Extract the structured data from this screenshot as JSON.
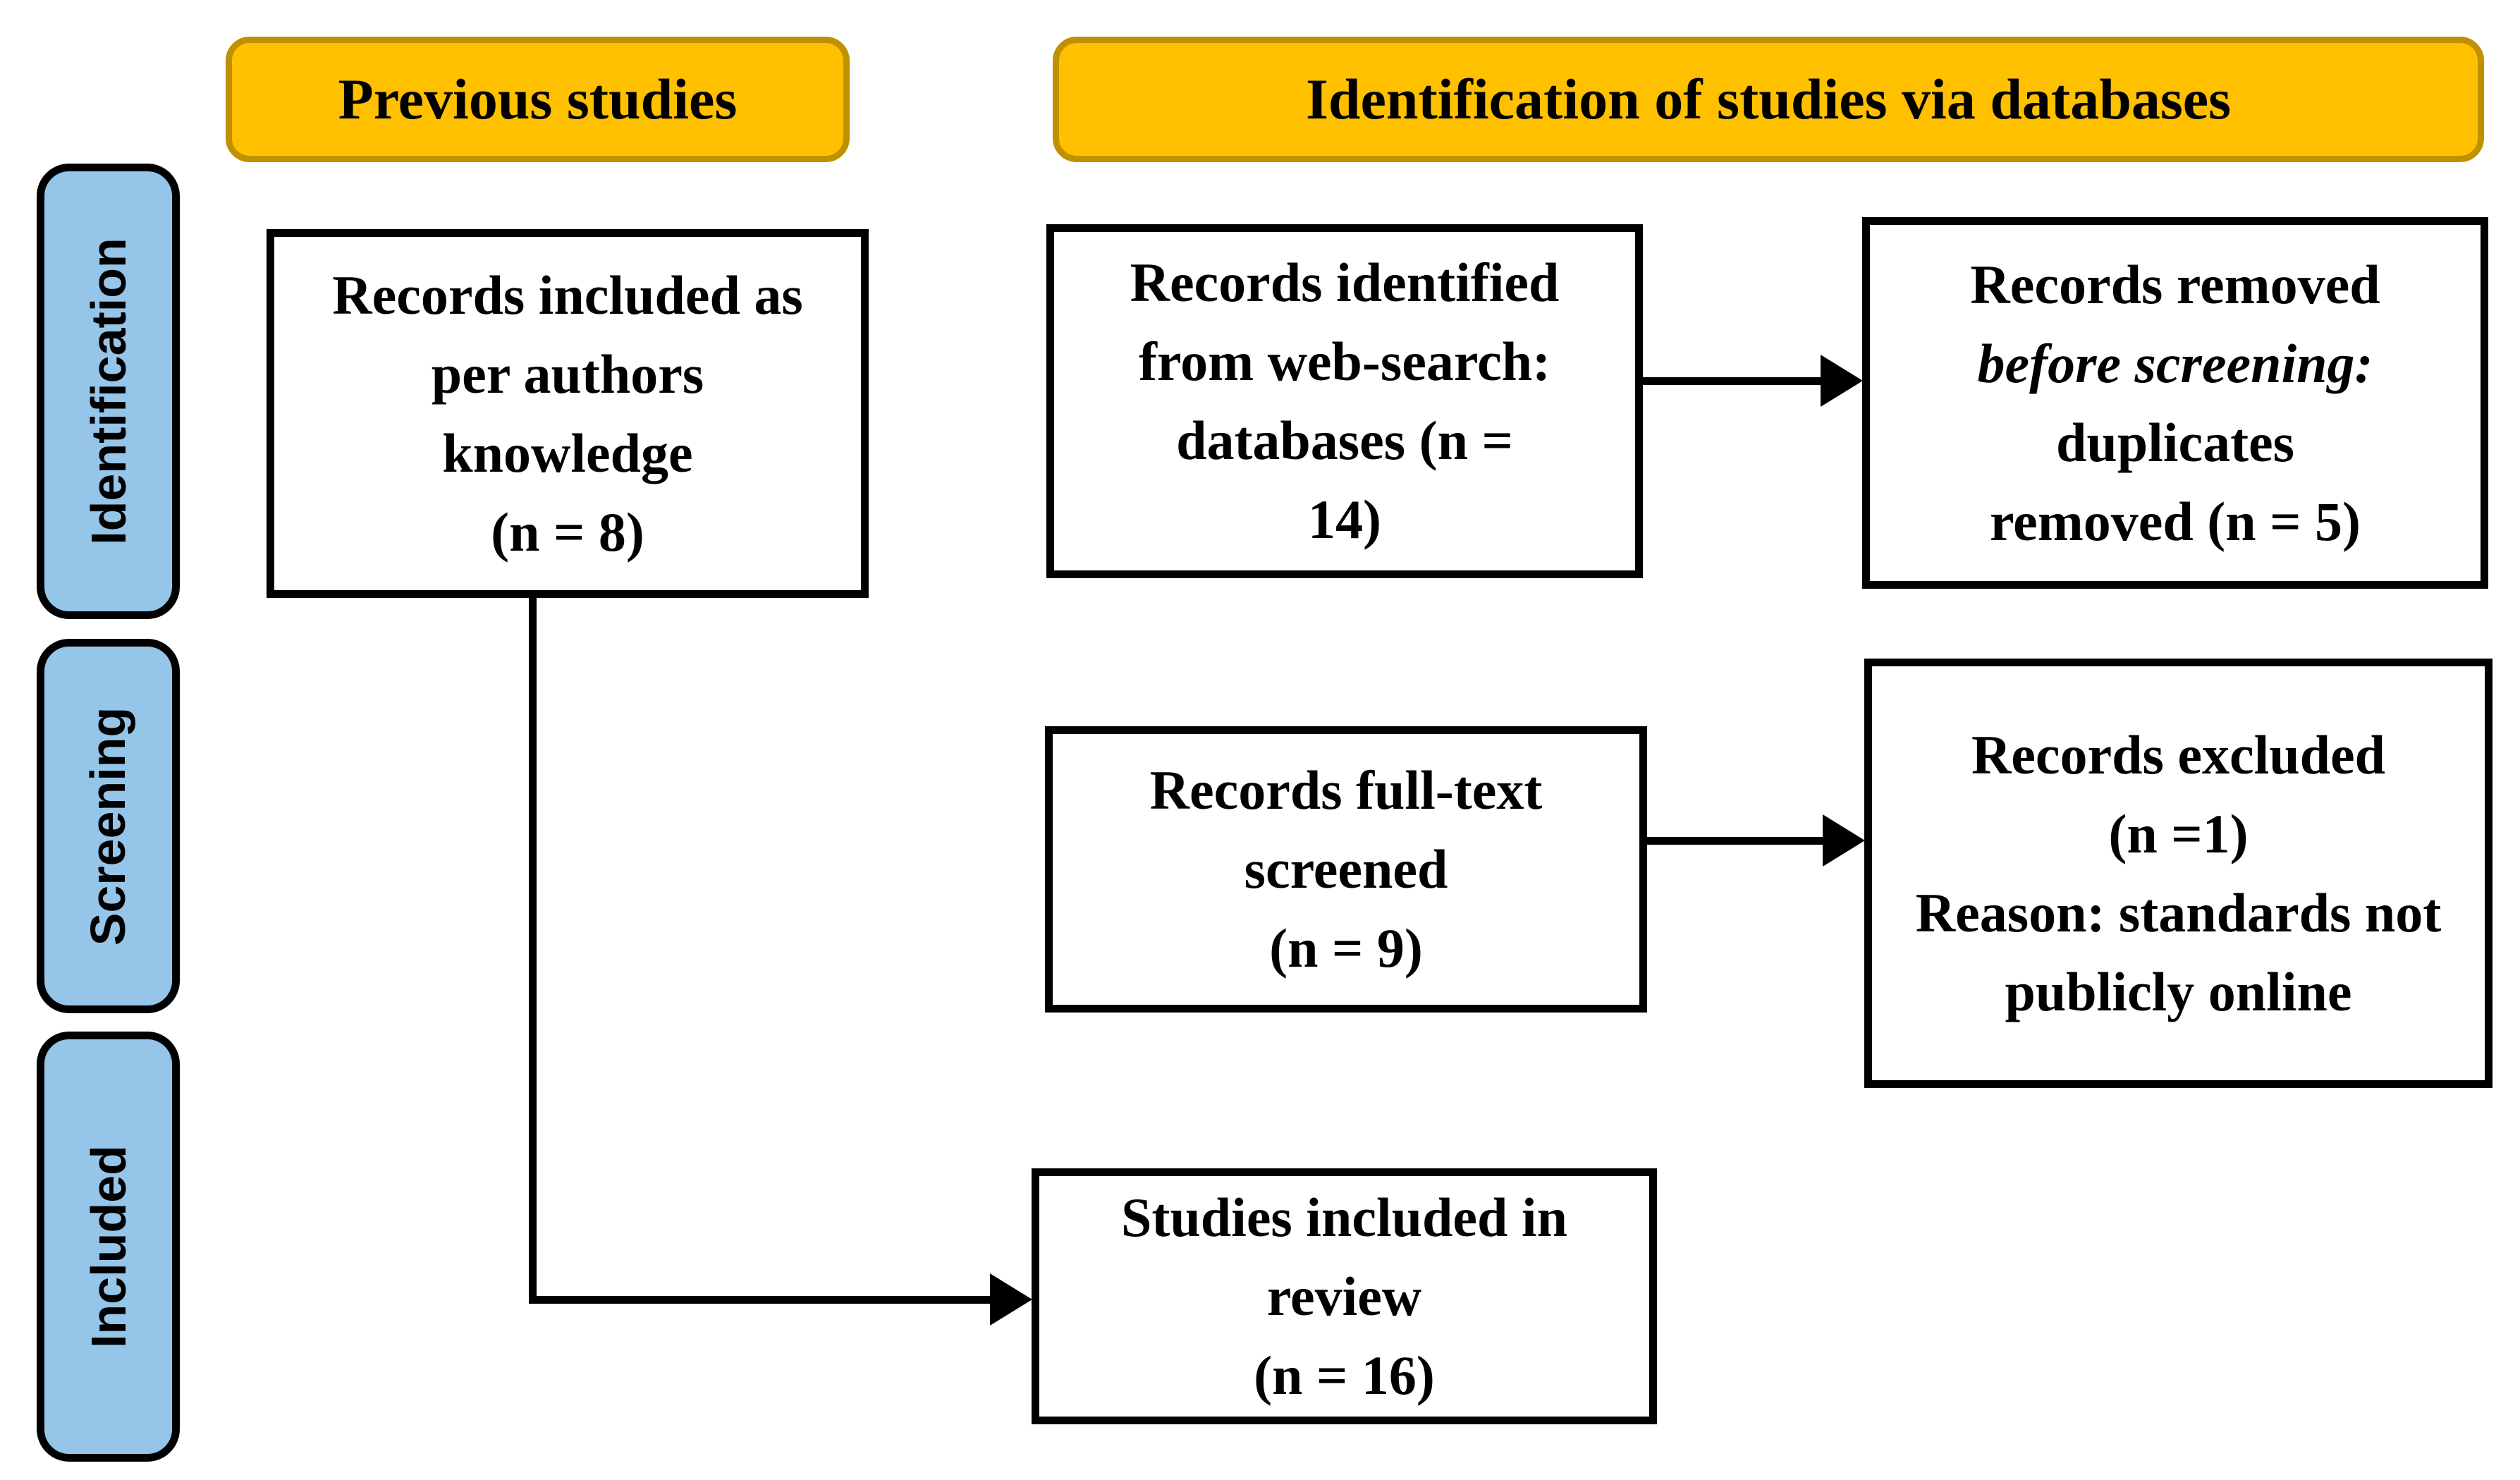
{
  "headers": {
    "previous": "Previous studies",
    "databases": "Identification of studies via databases"
  },
  "stages": {
    "identification": "Identification",
    "screening": "Screening",
    "included": "Included"
  },
  "boxes": {
    "authors_knowledge": {
      "lines": [
        "Records included as",
        "per authors",
        "knowledge",
        "(n = 8)"
      ]
    },
    "identified": {
      "lines": [
        "Records identified",
        "from web-search:",
        "databases (n =",
        "14)"
      ]
    },
    "removed": {
      "lines": [
        "Records removed",
        "before screening:",
        "duplicates",
        "removed (n = 5)"
      ],
      "italic_line": "before screening:"
    },
    "screened": {
      "lines": [
        "Records full-text",
        "screened",
        "(n = 9)"
      ]
    },
    "excluded": {
      "lines": [
        "Records excluded",
        "(n =1)",
        "Reason: standards not",
        "publicly online"
      ]
    },
    "included_review": {
      "lines": [
        "Studies included in",
        "review",
        "(n = 16)"
      ]
    }
  },
  "colors": {
    "header_fill": "#FFC000",
    "header_border": "#BF9000",
    "stage_fill": "#95C5E8",
    "stage_border": "#000000",
    "box_border": "#000000",
    "arrow": "#000000"
  }
}
